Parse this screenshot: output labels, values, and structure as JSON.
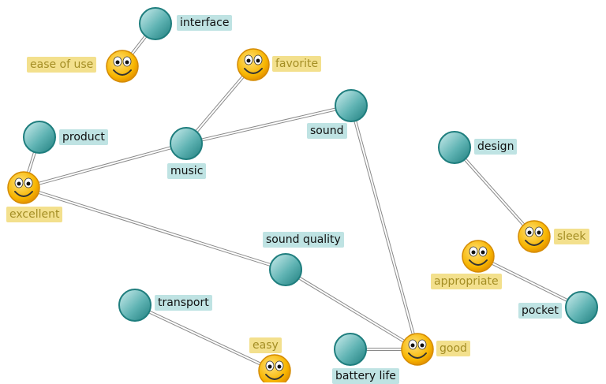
{
  "colors": {
    "topic_fill_light": "#bfe3e3",
    "topic_fill_dark": "#2b8f8f",
    "topic_stroke": "#1f7e7e",
    "topic_label_bg": "#bfe3e3",
    "sentiment_label_bg": "#f3e08d",
    "sentiment_label_text": "#a48e24",
    "smiley_face": "#f7b500",
    "edge": "#8a8a8a"
  },
  "nodes": [
    {
      "id": "interface",
      "label": "interface",
      "kind": "topic"
    },
    {
      "id": "ease_of_use",
      "label": "ease of use",
      "kind": "sentiment"
    },
    {
      "id": "favorite",
      "label": "favorite",
      "kind": "sentiment"
    },
    {
      "id": "sound",
      "label": "sound",
      "kind": "topic"
    },
    {
      "id": "product",
      "label": "product",
      "kind": "topic"
    },
    {
      "id": "music",
      "label": "music",
      "kind": "topic"
    },
    {
      "id": "excellent",
      "label": "excellent",
      "kind": "sentiment"
    },
    {
      "id": "design",
      "label": "design",
      "kind": "topic"
    },
    {
      "id": "sleek",
      "label": "sleek",
      "kind": "sentiment"
    },
    {
      "id": "appropriate",
      "label": "appropriate",
      "kind": "sentiment"
    },
    {
      "id": "pocket",
      "label": "pocket",
      "kind": "topic"
    },
    {
      "id": "sound_quality",
      "label": "sound quality",
      "kind": "topic"
    },
    {
      "id": "transport",
      "label": "transport",
      "kind": "topic"
    },
    {
      "id": "easy",
      "label": "easy",
      "kind": "sentiment"
    },
    {
      "id": "battery_life",
      "label": "battery life",
      "kind": "topic"
    },
    {
      "id": "good",
      "label": "good",
      "kind": "sentiment"
    }
  ],
  "edges": [
    {
      "from": "interface",
      "to": "ease_of_use"
    },
    {
      "from": "favorite",
      "to": "music"
    },
    {
      "from": "music",
      "to": "sound"
    },
    {
      "from": "music",
      "to": "excellent"
    },
    {
      "from": "product",
      "to": "excellent"
    },
    {
      "from": "excellent",
      "to": "sound_quality"
    },
    {
      "from": "sound_quality",
      "to": "good"
    },
    {
      "from": "sound",
      "to": "good"
    },
    {
      "from": "battery_life",
      "to": "good"
    },
    {
      "from": "design",
      "to": "sleek"
    },
    {
      "from": "appropriate",
      "to": "pocket"
    },
    {
      "from": "transport",
      "to": "easy"
    }
  ]
}
